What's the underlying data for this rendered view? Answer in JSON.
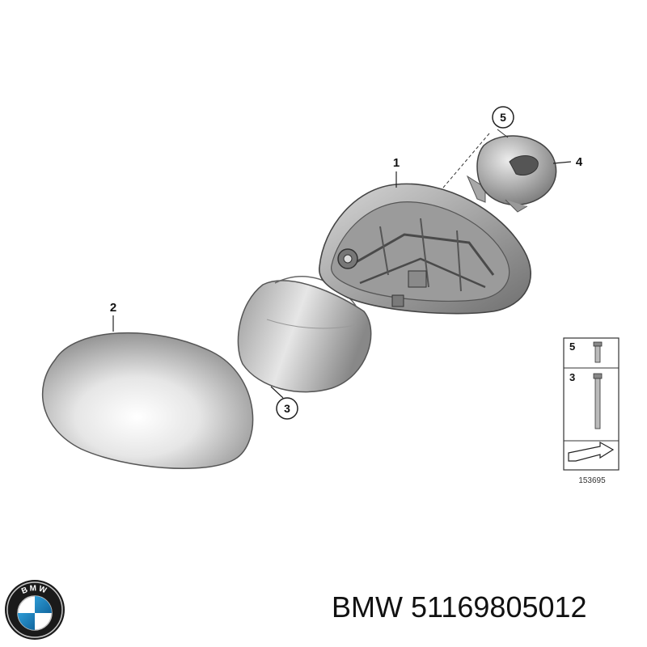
{
  "diagram": {
    "callouts": [
      "1",
      "2",
      "3",
      "4",
      "5"
    ],
    "parts_legend": {
      "items": [
        "5",
        "3"
      ],
      "diagram_number": "153695"
    }
  },
  "brand": {
    "logo_text": "BMW",
    "name": "BMW",
    "part_number": "51169805012"
  }
}
